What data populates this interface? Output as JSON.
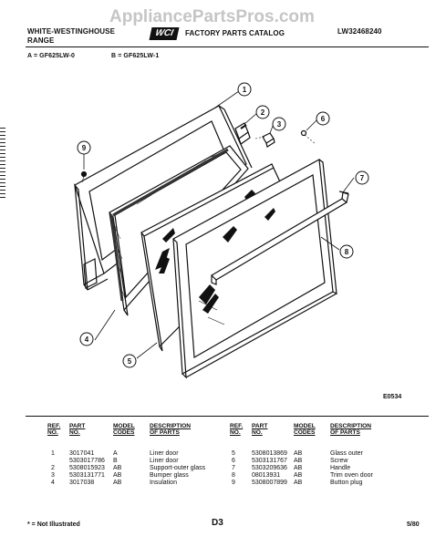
{
  "header": {
    "brand_line1": "WHITE-WESTINGHOUSE",
    "brand_line2": "RANGE",
    "catalog": "FACTORY PARTS CATALOG",
    "logo_text": "WCI",
    "doc_number": "LW32468240",
    "watermark": "AppliancePartsPros.com"
  },
  "models": {
    "a": "A = GF625LW-0",
    "b": "B = GF625LW-1"
  },
  "diagram": {
    "code": "E0534",
    "callouts": [
      "1",
      "2",
      "3",
      "4",
      "5",
      "6",
      "7",
      "8",
      "9"
    ]
  },
  "table": {
    "headers": {
      "ref": "REF.\nNO.",
      "part": "PART\nNO.",
      "codes": "MODEL\nCODES",
      "desc": "DESCRIPTION\nOF PARTS"
    },
    "left": [
      {
        "ref": "1",
        "part": "3017041",
        "codes": "A",
        "desc": "Liner door"
      },
      {
        "ref": "",
        "part": "5303017786",
        "codes": "B",
        "desc": "Liner door"
      },
      {
        "ref": "2",
        "part": "5308015923",
        "codes": "AB",
        "desc": "Support-outer glass"
      },
      {
        "ref": "3",
        "part": "5303131771",
        "codes": "AB",
        "desc": "Bumper glass"
      },
      {
        "ref": "4",
        "part": "3017038",
        "codes": "AB",
        "desc": "Insulation"
      }
    ],
    "right": [
      {
        "ref": "5",
        "part": "5308013869",
        "codes": "AB",
        "desc": "Glass outer"
      },
      {
        "ref": "6",
        "part": "5303131767",
        "codes": "AB",
        "desc": "Screw"
      },
      {
        "ref": "7",
        "part": "5303209636",
        "codes": "AB",
        "desc": "Handle"
      },
      {
        "ref": "8",
        "part": "08013931",
        "codes": "AB",
        "desc": "Trim oven door"
      },
      {
        "ref": "9",
        "part": "5308007899",
        "codes": "AB",
        "desc": "Button plug"
      }
    ]
  },
  "footer": {
    "note": "* = Not Illustrated",
    "page": "D3",
    "date": "5/80"
  },
  "colors": {
    "ink": "#111111",
    "watermark": "#969696"
  }
}
